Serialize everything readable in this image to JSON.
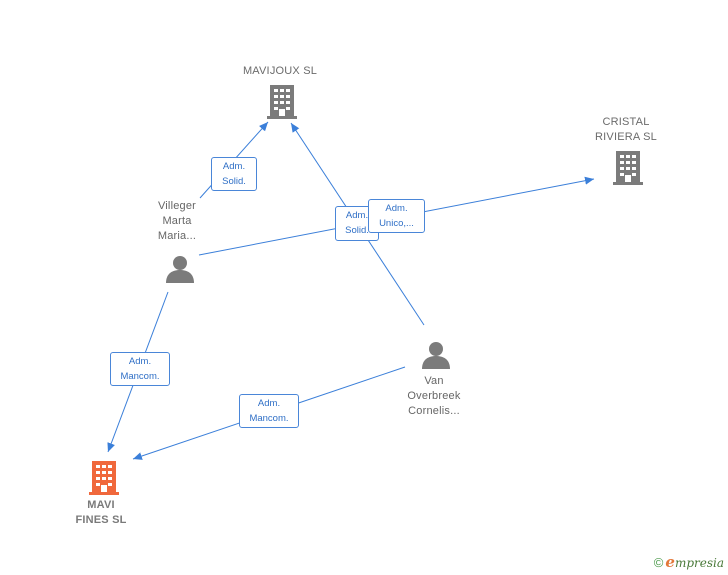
{
  "nodes": {
    "mavijoux": {
      "label": "MAVIJOUX SL",
      "type": "company"
    },
    "cristal": {
      "line1": "CRISTAL",
      "line2": "RIVIERA SL",
      "type": "company"
    },
    "villeger": {
      "line1": "Villeger",
      "line2": "Marta",
      "line3": "Maria...",
      "type": "person"
    },
    "van": {
      "line1": "Van",
      "line2": "Overbreek",
      "line3": "Cornelis...",
      "type": "person"
    },
    "mavi": {
      "line1": "MAVI",
      "line2": "FINES SL",
      "type": "company",
      "focus": true
    }
  },
  "edges": {
    "villeger_mavijoux": {
      "line1": "Adm.",
      "line2": "Solid."
    },
    "van_mavijoux": {
      "line1": "Adm.",
      "line2": "Solid."
    },
    "villeger_cristal": {
      "line1": "Adm.",
      "line2": "Unico,..."
    },
    "villeger_mavi": {
      "line1": "Adm.",
      "line2": "Mancom."
    },
    "van_mavi": {
      "line1": "Adm.",
      "line2": "Mancom."
    }
  },
  "colors": {
    "edge": "#3b7fd9",
    "company_icon": "#7b7b7b",
    "focus_icon": "#f0683c",
    "person_icon": "#7b7b7b"
  },
  "icons": {
    "company": "building-icon",
    "person": "person-icon"
  },
  "footer": {
    "copyright": "©",
    "brand_initial": "e",
    "brand_rest": "mpresia"
  }
}
